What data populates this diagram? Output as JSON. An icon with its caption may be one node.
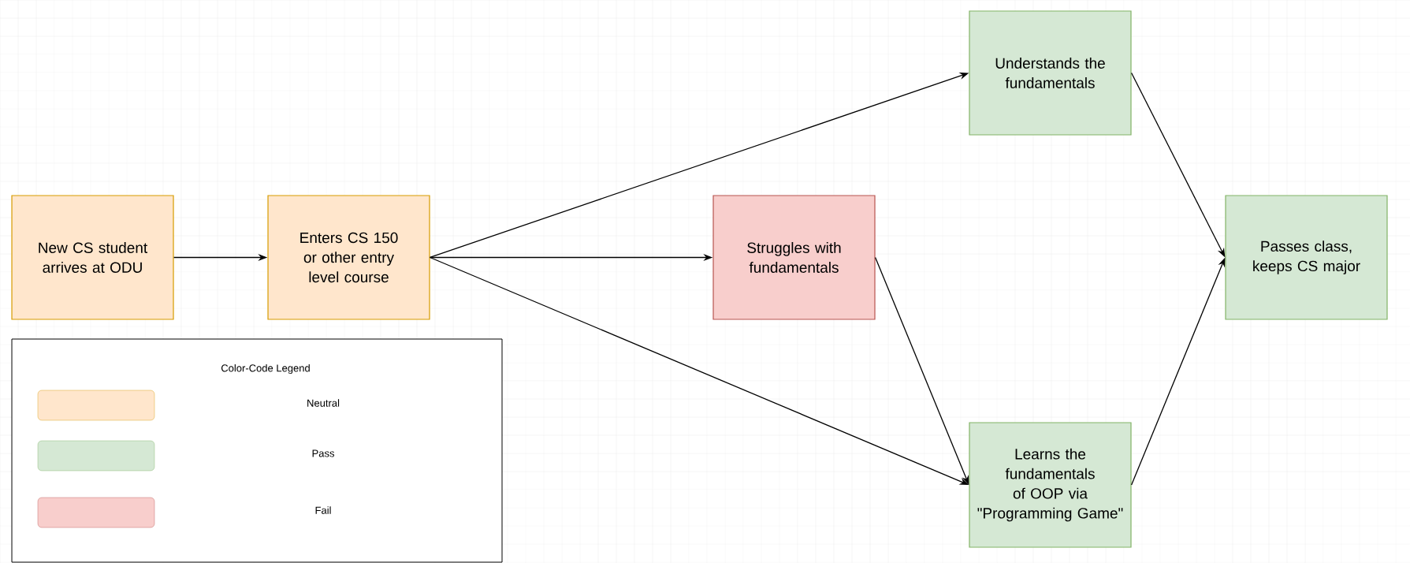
{
  "diagram": {
    "nodes": [
      {
        "text": [
          "New CS student arrives at ODU"
        ]
      },
      {
        "text": [
          "Enters CS 150 or other entry level course"
        ]
      },
      {
        "text": [
          "Understands the fundamentals"
        ]
      },
      {
        "text": [
          "Struggles with fundamentals"
        ]
      },
      {
        "text": [
          "Passes class, keeps CS major"
        ]
      },
      {
        "text": [
          "Learns the fundamentals of OOP via \"Programming Game\""
        ]
      }
    ],
    "edges": [
      {
        "from": 0,
        "to": 1,
        "arrow": "to"
      },
      {
        "from": 1,
        "to": 2,
        "arrow": "to"
      },
      {
        "from": 1,
        "to": 3,
        "arrow": "to"
      },
      {
        "from": 1,
        "to": 5,
        "arrow": "to"
      },
      {
        "from": 3,
        "to": 5,
        "arrow": "to"
      },
      {
        "from": 2,
        "to": 4,
        "arrow": "to"
      },
      {
        "from": 5,
        "to": 4,
        "arrow": "to"
      }
    ],
    "labels": [
      "Color-Code Legend"
    ],
    "legend": [
      {
        "text": "Neutral",
        "color": "#ffe6cc"
      },
      {
        "text": "Pass",
        "color": "#d5e8d4"
      },
      {
        "text": "Fail",
        "color": "#f8cecc"
      }
    ]
  }
}
